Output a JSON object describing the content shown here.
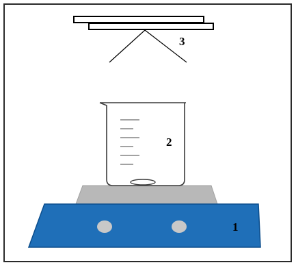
{
  "diagram": {
    "labels": {
      "hot_plate": "1",
      "beaker": "2",
      "substrates": "3"
    },
    "colors": {
      "background": "#ffffff",
      "frame": "#2a2a2a",
      "hot_plate_fill": "#1f6fb8",
      "hot_plate_edge": "#0b4d8c",
      "plate_top": "#b8b8b8",
      "knob": "#c8c8c8",
      "beaker_stroke": "#3c3c3c",
      "line": "#000000"
    }
  }
}
